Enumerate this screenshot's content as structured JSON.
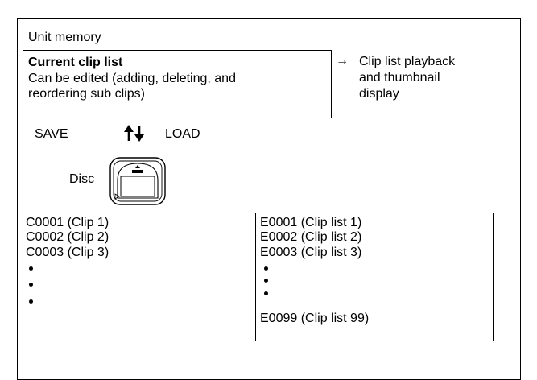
{
  "unit_memory_label": "Unit memory",
  "current_clip_list": {
    "title": "Current clip list",
    "line1": "Can be edited (adding, deleting, and",
    "line2": "reordering sub clips)"
  },
  "playback_note": {
    "arrow": "→",
    "line1": "Clip list playback",
    "line2": "and thumbnail",
    "line3": "display"
  },
  "save_label": "SAVE",
  "load_label": "LOAD",
  "disc_label": "Disc",
  "clips": [
    "C0001 (Clip 1)",
    "C0002 (Clip 2)",
    "C0003 (Clip 3)"
  ],
  "clip_lists": [
    "E0001 (Clip list 1)",
    "E0002 (Clip list 2)",
    "E0003 (Clip list 3)"
  ],
  "clip_list_last": "E0099 (Clip list 99)"
}
